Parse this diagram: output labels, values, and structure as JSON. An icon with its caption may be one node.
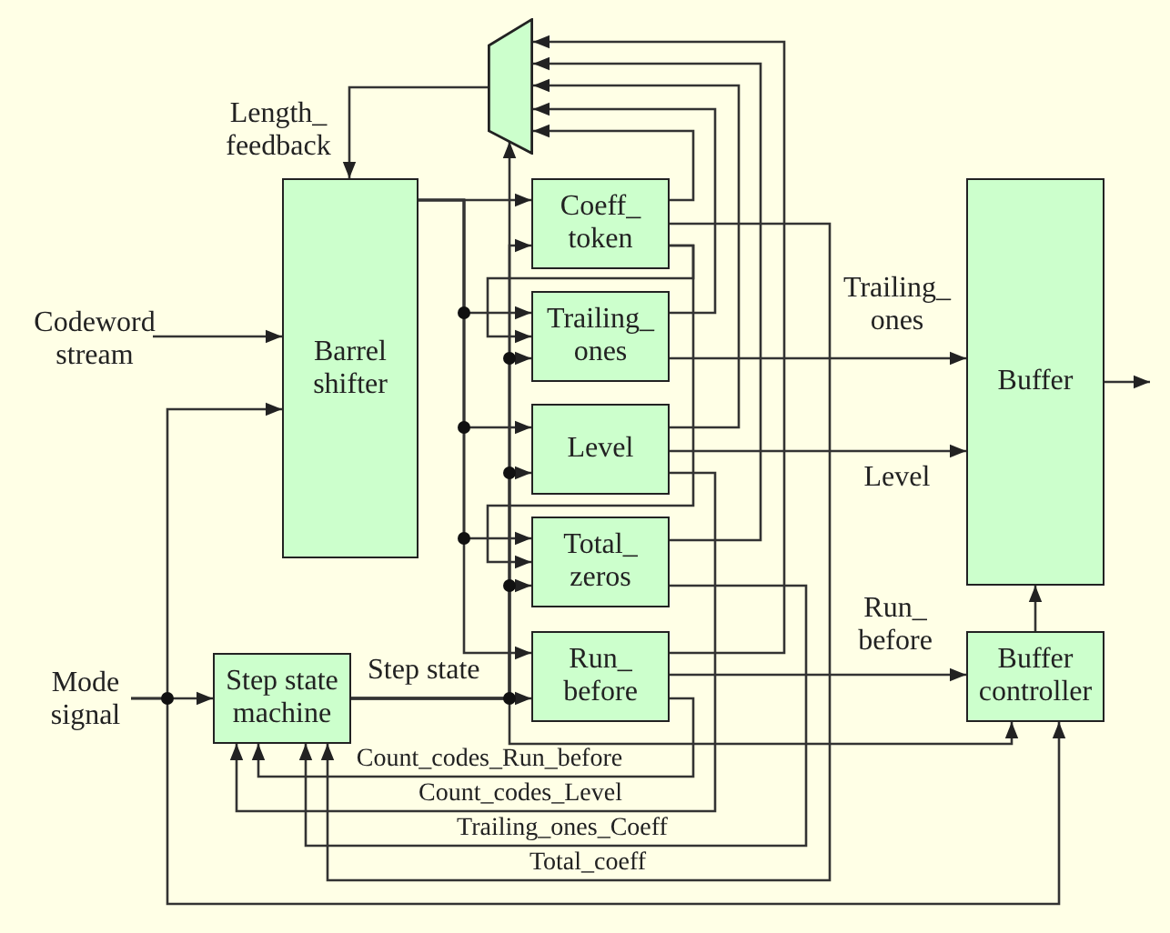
{
  "diagram": {
    "nodes": [
      {
        "text": [
          "Codeword stream"
        ]
      },
      {
        "text": [
          "Barrel shifter"
        ]
      },
      {
        "text": [],
        "shape": "trapezoid"
      },
      {
        "text": [
          "Coeff_ token"
        ]
      },
      {
        "text": [
          "Trailing_ ones"
        ]
      },
      {
        "text": [
          "Level"
        ]
      },
      {
        "text": [
          "Total_ zeros"
        ]
      },
      {
        "text": [
          "Run_ before"
        ]
      },
      {
        "text": [
          "Buffer"
        ]
      },
      {
        "text": [
          "Mode signal"
        ]
      },
      {
        "text": [
          "Step state machine"
        ]
      },
      {
        "text": [
          "Buffer controller"
        ]
      }
    ],
    "edges": [
      {
        "from": 0,
        "to": 1,
        "arrow": "to"
      },
      {
        "from": 2,
        "to": 1,
        "arrow": "to",
        "label": "Length_ feedback"
      },
      {
        "from": 1,
        "to": 3,
        "arrow": "to"
      },
      {
        "from": 1,
        "to": 4,
        "arrow": "to"
      },
      {
        "from": 1,
        "to": 5,
        "arrow": "to"
      },
      {
        "from": 1,
        "to": 6,
        "arrow": "to"
      },
      {
        "from": 1,
        "to": 7,
        "arrow": "to"
      },
      {
        "from": 3,
        "to": 2,
        "arrow": "to"
      },
      {
        "from": 4,
        "to": 2,
        "arrow": "to"
      },
      {
        "from": 5,
        "to": 2,
        "arrow": "to"
      },
      {
        "from": 6,
        "to": 2,
        "arrow": "to"
      },
      {
        "from": 7,
        "to": 2,
        "arrow": "to"
      },
      {
        "from": 10,
        "to": 2,
        "arrow": "to"
      },
      {
        "from": 10,
        "to": 3,
        "arrow": "to"
      },
      {
        "from": 10,
        "to": 4,
        "arrow": "to"
      },
      {
        "from": 10,
        "to": 5,
        "arrow": "to"
      },
      {
        "from": 10,
        "to": 6,
        "arrow": "to"
      },
      {
        "from": 10,
        "to": 7,
        "arrow": "to",
        "label": "Step state"
      },
      {
        "from": 3,
        "to": 4,
        "arrow": "to"
      },
      {
        "from": 3,
        "to": 6,
        "arrow": "to"
      },
      {
        "from": 4,
        "to": 8,
        "arrow": "to",
        "label": "Trailing_ ones"
      },
      {
        "from": 5,
        "to": 8,
        "arrow": "to",
        "label": "Level"
      },
      {
        "from": 7,
        "to": 11,
        "arrow": "to",
        "label": "Run_ before"
      },
      {
        "from": 11,
        "to": 8,
        "arrow": "to"
      },
      {
        "from": 8,
        "to": null,
        "arrow": "to"
      },
      {
        "from": 9,
        "to": 10,
        "arrow": "to"
      },
      {
        "from": 9,
        "to": 1,
        "arrow": "to"
      },
      {
        "from": 9,
        "to": 11,
        "arrow": "to"
      },
      {
        "from": 10,
        "to": 11,
        "arrow": "to"
      },
      {
        "from": 7,
        "to": 10,
        "arrow": "to",
        "label": "Count_codes_Run_before"
      },
      {
        "from": 5,
        "to": 10,
        "arrow": "to",
        "label": "Count_codes_Level"
      },
      {
        "from": 6,
        "to": 10,
        "arrow": "to",
        "label": "Trailing_ones_Coeff"
      },
      {
        "from": 3,
        "to": 10,
        "arrow": "to",
        "label": "Total_coeff"
      }
    ]
  }
}
